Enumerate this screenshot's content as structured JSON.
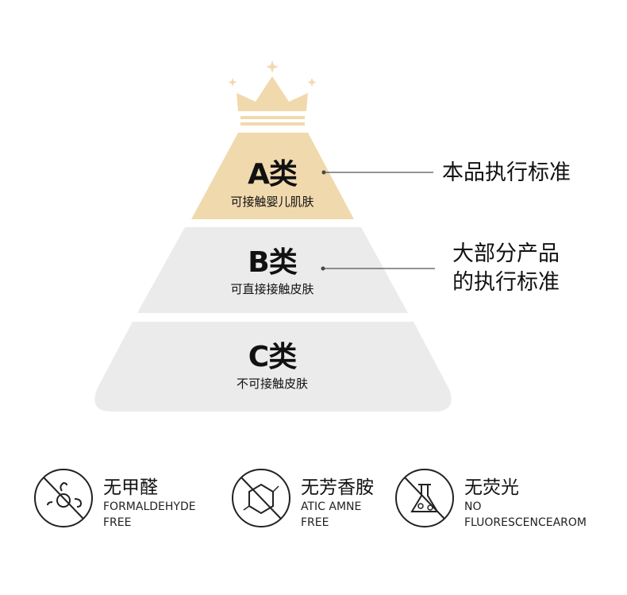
{
  "colors": {
    "gold": "#f1d9ae",
    "grey": "#ebebeb",
    "line": "#555555"
  },
  "pyramid": [
    {
      "grade": "A类",
      "description": "可接触婴儿肌肤"
    },
    {
      "grade": "B类",
      "description": "可直接接触皮肤"
    },
    {
      "grade": "C类",
      "description": "不可接触皮肤"
    }
  ],
  "callouts": [
    {
      "text": "本品执行标准"
    },
    {
      "line1": "大部分产品",
      "line2": "的执行标准"
    }
  ],
  "features": [
    {
      "icon": "no-formaldehyde-icon",
      "title": "无甲醛",
      "en1": "FORMALDEHYDE",
      "en2": "FREE"
    },
    {
      "icon": "no-aromatic-amine-icon",
      "title": "无芳香胺",
      "en1": "ATIC AMNE",
      "en2": "FREE"
    },
    {
      "icon": "no-fluorescence-icon",
      "title": "无荧光",
      "en1": "NO",
      "en2": "FLUORESCENCEAROM"
    }
  ]
}
